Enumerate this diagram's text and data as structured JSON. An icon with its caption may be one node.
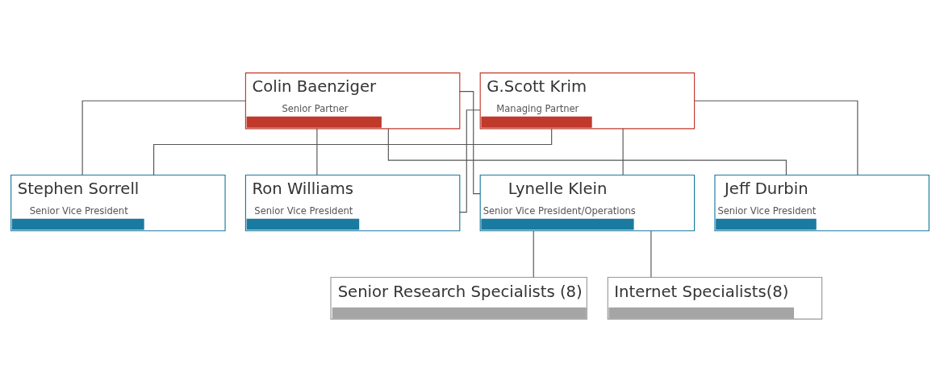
{
  "diagram": {
    "nodes": [
      {
        "text": [
          "Colin Baenziger",
          "Senior Partner"
        ]
      },
      {
        "text": [
          "G.Scott Krim",
          "Managing Partner"
        ]
      },
      {
        "text": [
          "Lynelle Klein",
          "Senior Vice President/Operations"
        ]
      },
      {
        "text": [
          "Jeff Durbin",
          "Senior Vice President"
        ]
      },
      {
        "text": [
          "Stephen Sorrell",
          "Senior Vice President"
        ]
      },
      {
        "text": [
          "Ron Williams",
          "Senior Vice President"
        ]
      },
      {
        "text": [
          "Senior Research Specialists (8)"
        ]
      },
      {
        "text": [
          "Internet Specialists(8)"
        ]
      }
    ],
    "edges": [
      {
        "from": 0,
        "to": 2,
        "arrow": "none"
      },
      {
        "from": 0,
        "to": 3,
        "arrow": "none"
      },
      {
        "from": 0,
        "to": 4,
        "arrow": "none"
      },
      {
        "from": 0,
        "to": 5,
        "arrow": "none"
      },
      {
        "from": 1,
        "to": 2,
        "arrow": "none"
      },
      {
        "from": 1,
        "to": 3,
        "arrow": "none"
      },
      {
        "from": 1,
        "to": 4,
        "arrow": "none"
      },
      {
        "from": 1,
        "to": 5,
        "arrow": "none"
      },
      {
        "from": 2,
        "to": 6,
        "arrow": "none"
      },
      {
        "from": 2,
        "to": 7,
        "arrow": "none"
      }
    ]
  }
}
